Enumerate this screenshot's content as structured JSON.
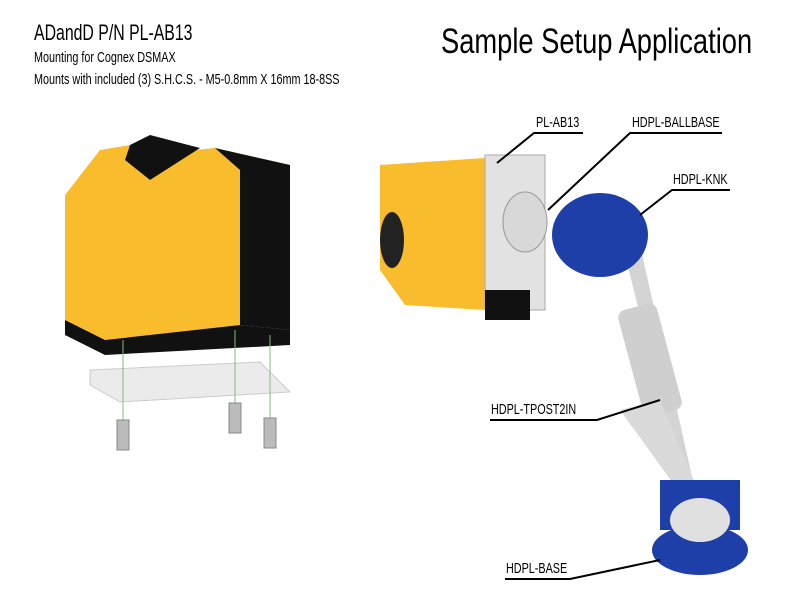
{
  "header": {
    "part_number": "ADandD P/N PL-AB13",
    "description": "Mounting for Cognex DSMAX",
    "hardware_note": "Mounts with included (3) S.H.C.S. - M5-0.8mm X 16mm 18-8SS"
  },
  "title": "Sample Setup Application",
  "callouts": {
    "plate": "PL-AB13",
    "ballbase": "HDPL-BALLBASE",
    "knuckle": "HDPL-KNK",
    "post": "HDPL-TPOST2IN",
    "base": "HDPL-BASE"
  },
  "colors": {
    "camera": "#F9BC2C",
    "mount_blue": "#1E3FA8",
    "plate": "#E6E6E6"
  }
}
